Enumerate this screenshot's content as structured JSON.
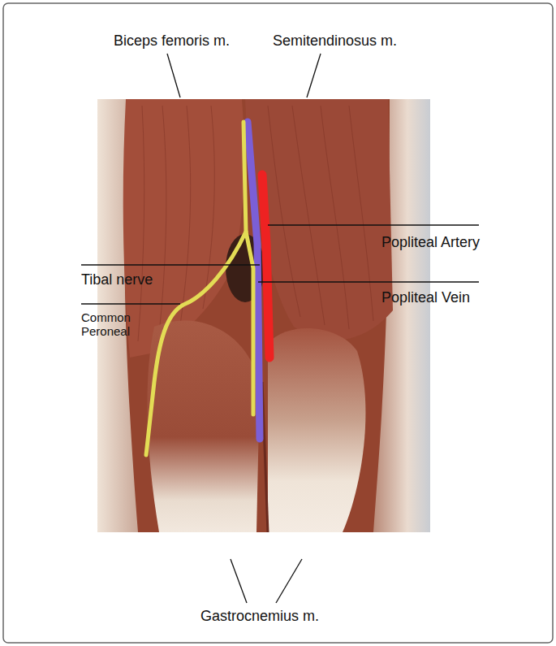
{
  "diagram": {
    "labels": [
      "Biceps femoris m.",
      "Semitendinosus m.",
      "Popliteal Artery",
      "Tibal nerve",
      "Popliteal Vein",
      "Common Peroneal",
      "Gastrocnemius m."
    ]
  }
}
